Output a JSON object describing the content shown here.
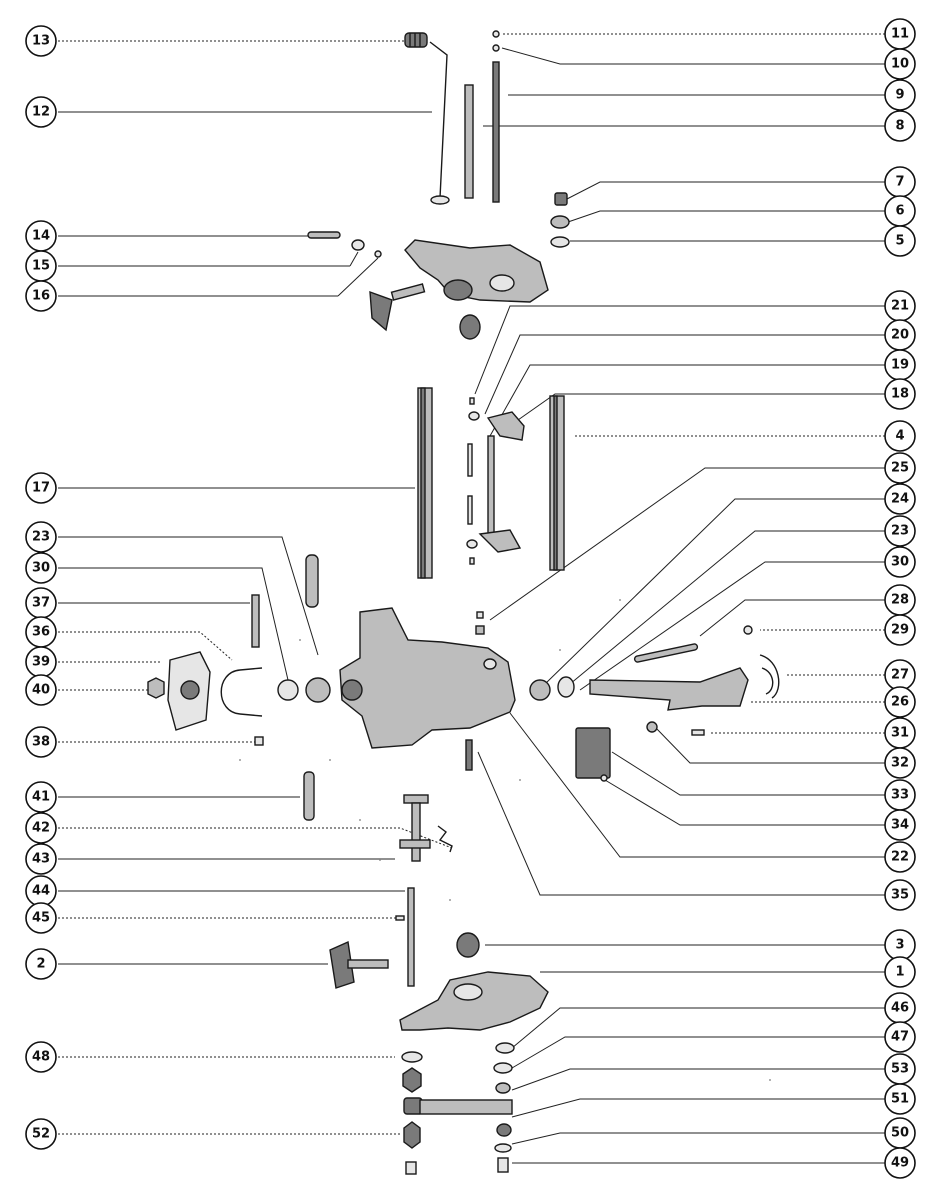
{
  "diagram": {
    "callouts": [
      {
        "id": "callout-13",
        "label": "13"
      },
      {
        "id": "callout-12",
        "label": "12"
      },
      {
        "id": "callout-14",
        "label": "14"
      },
      {
        "id": "callout-15",
        "label": "15"
      },
      {
        "id": "callout-16",
        "label": "16"
      },
      {
        "id": "callout-17",
        "label": "17"
      },
      {
        "id": "callout-23-left",
        "label": "23"
      },
      {
        "id": "callout-30-left",
        "label": "30"
      },
      {
        "id": "callout-37",
        "label": "37"
      },
      {
        "id": "callout-36",
        "label": "36"
      },
      {
        "id": "callout-39",
        "label": "39"
      },
      {
        "id": "callout-40",
        "label": "40"
      },
      {
        "id": "callout-38",
        "label": "38"
      },
      {
        "id": "callout-41",
        "label": "41"
      },
      {
        "id": "callout-42",
        "label": "42"
      },
      {
        "id": "callout-43",
        "label": "43"
      },
      {
        "id": "callout-44",
        "label": "44"
      },
      {
        "id": "callout-45",
        "label": "45"
      },
      {
        "id": "callout-2",
        "label": "2"
      },
      {
        "id": "callout-48",
        "label": "48"
      },
      {
        "id": "callout-52",
        "label": "52"
      },
      {
        "id": "callout-11",
        "label": "11"
      },
      {
        "id": "callout-10",
        "label": "10"
      },
      {
        "id": "callout-9",
        "label": "9"
      },
      {
        "id": "callout-8",
        "label": "8"
      },
      {
        "id": "callout-7",
        "label": "7"
      },
      {
        "id": "callout-6",
        "label": "6"
      },
      {
        "id": "callout-5",
        "label": "5"
      },
      {
        "id": "callout-21",
        "label": "21"
      },
      {
        "id": "callout-20",
        "label": "20"
      },
      {
        "id": "callout-19",
        "label": "19"
      },
      {
        "id": "callout-18",
        "label": "18"
      },
      {
        "id": "callout-4",
        "label": "4"
      },
      {
        "id": "callout-25",
        "label": "25"
      },
      {
        "id": "callout-24",
        "label": "24"
      },
      {
        "id": "callout-23-right",
        "label": "23"
      },
      {
        "id": "callout-30-right",
        "label": "30"
      },
      {
        "id": "callout-28",
        "label": "28"
      },
      {
        "id": "callout-29",
        "label": "29"
      },
      {
        "id": "callout-27",
        "label": "27"
      },
      {
        "id": "callout-26",
        "label": "26"
      },
      {
        "id": "callout-31",
        "label": "31"
      },
      {
        "id": "callout-32",
        "label": "32"
      },
      {
        "id": "callout-33",
        "label": "33"
      },
      {
        "id": "callout-34",
        "label": "34"
      },
      {
        "id": "callout-22",
        "label": "22"
      },
      {
        "id": "callout-35",
        "label": "35"
      },
      {
        "id": "callout-3",
        "label": "3"
      },
      {
        "id": "callout-1",
        "label": "1"
      },
      {
        "id": "callout-46",
        "label": "46"
      },
      {
        "id": "callout-47",
        "label": "47"
      },
      {
        "id": "callout-53",
        "label": "53"
      },
      {
        "id": "callout-51",
        "label": "51"
      },
      {
        "id": "callout-50",
        "label": "50"
      },
      {
        "id": "callout-49",
        "label": "49"
      }
    ]
  }
}
